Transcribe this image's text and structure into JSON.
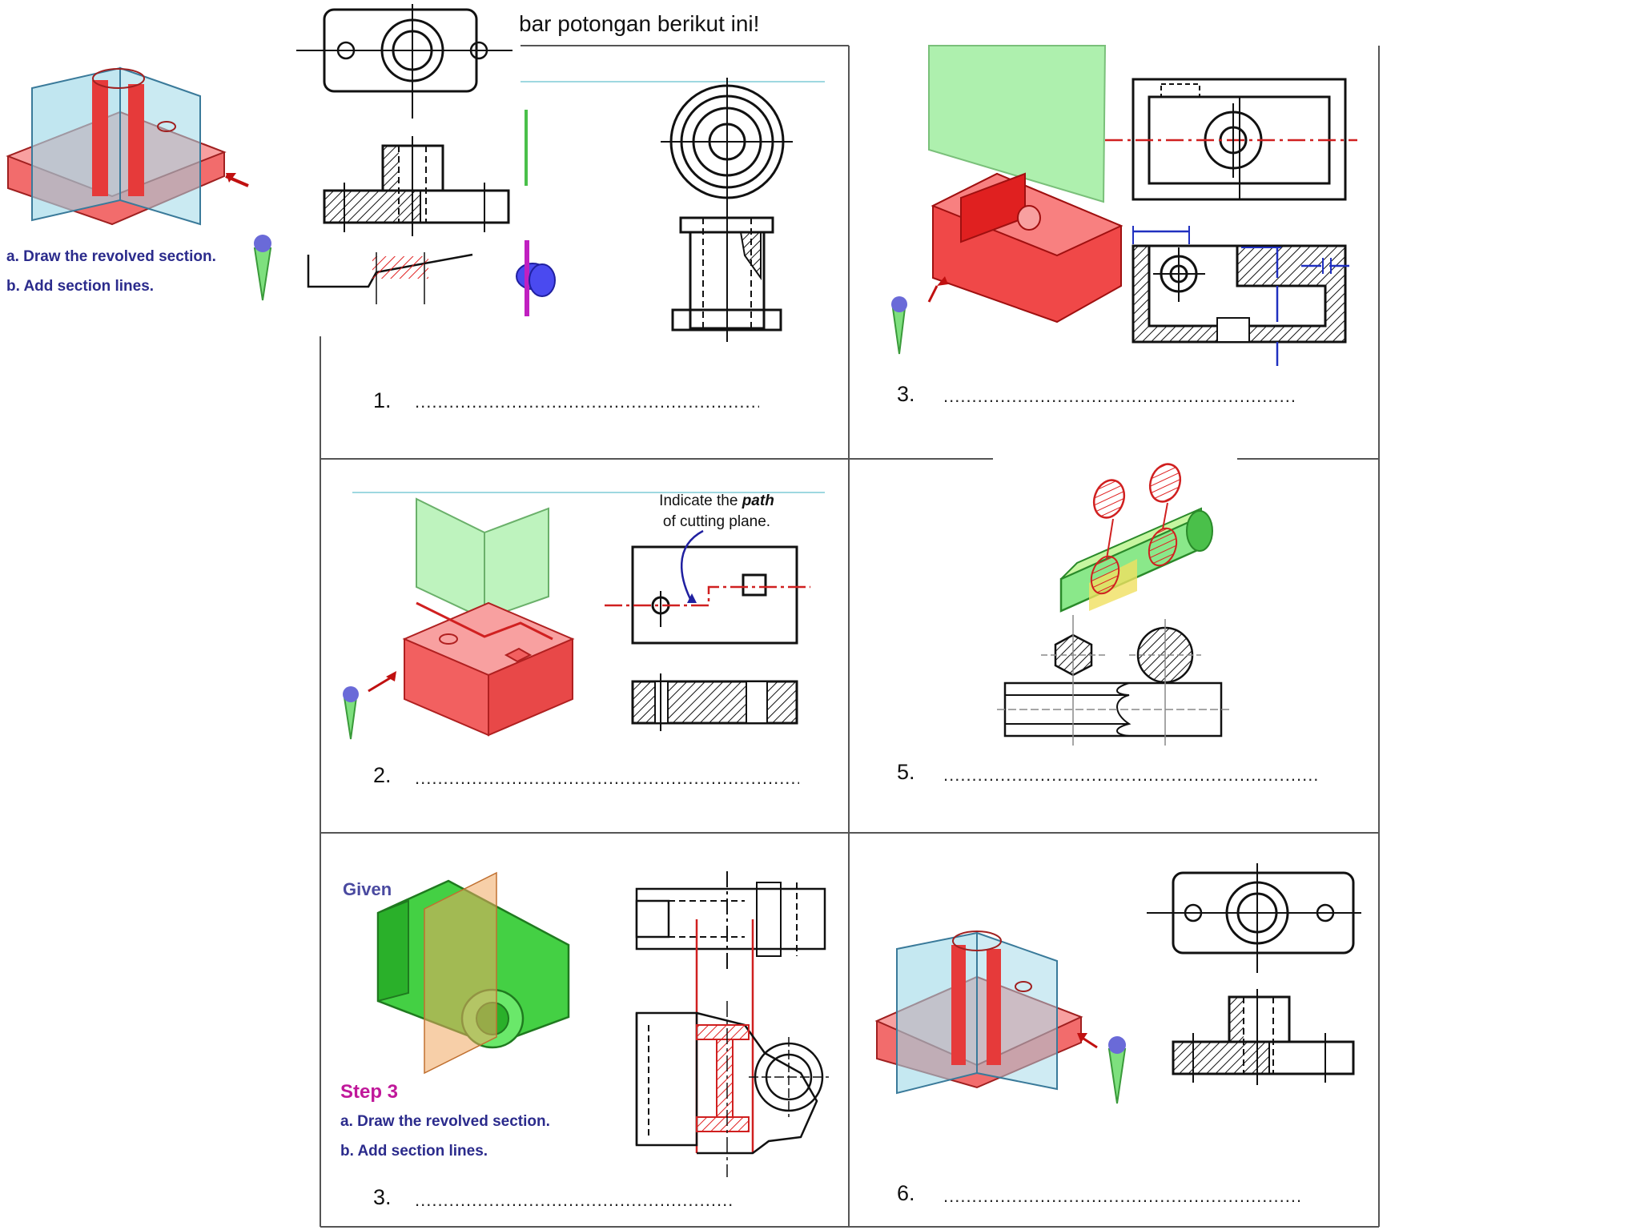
{
  "header": {
    "title": "bar potongan berikut ini!"
  },
  "overlay": {
    "instruction_a": "a. Draw the revolved section.",
    "instruction_b": "b. Add section lines."
  },
  "cells": {
    "c1": {
      "number": "1.",
      "answer": "............................................................................."
    },
    "c2": {
      "number": "2.",
      "answer": "......................................................................................",
      "note_line1": "Indicate the",
      "note_emph": "path",
      "note_line2": "of cutting plane."
    },
    "c3a": {
      "number": "3.",
      "answer": "................................................................................."
    },
    "c3b": {
      "number": "3.",
      "answer": ".....................................................................",
      "given": "Given",
      "step": "Step 3",
      "instruction_a": "a. Draw the revolved section.",
      "instruction_b": "b. Add section lines."
    },
    "c5": {
      "number": "5.",
      "answer": "......................................................................................"
    },
    "c6": {
      "number": "6.",
      "answer": "................................................................................"
    }
  },
  "colors": {
    "section_red": "#f05050",
    "plane_green": "#9be79b",
    "plane_blue": "#9fd8e8",
    "plane_orange": "#f0a860",
    "cut_line": "#d02020",
    "dim_blue": "#2030c0"
  }
}
